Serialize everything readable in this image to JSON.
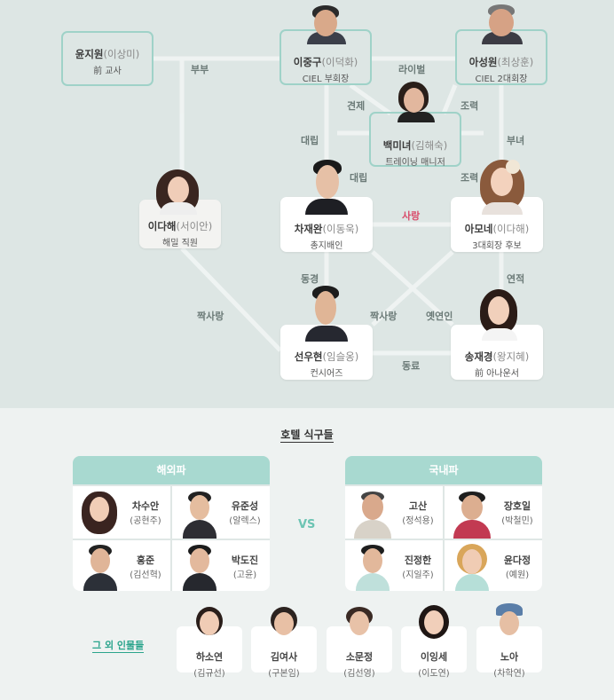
{
  "map": {
    "nodes": {
      "yoonjiwon": {
        "name": "윤지원",
        "actor": "(이상미)",
        "role": "前 교사"
      },
      "leejunggu": {
        "name": "이중구",
        "actor": "(이덕화)",
        "role": "CIEL 부회장"
      },
      "ahsungwon": {
        "name": "아성원",
        "actor": "(최상훈)",
        "role": "CIEL 2대회장"
      },
      "baekmiryeo": {
        "name": "백미녀",
        "actor": "(김해숙)",
        "role": "트레이닝 매니저"
      },
      "leedahye": {
        "name": "이다해",
        "actor": "(서이안)",
        "role": "해밀 직원"
      },
      "chajaewan": {
        "name": "차재완",
        "actor": "(이동욱)",
        "role": "총지배인"
      },
      "ahmone": {
        "name": "아모네",
        "actor": "(이다해)",
        "role": "3대회장 후보"
      },
      "seonwoohyun": {
        "name": "선우현",
        "actor": "(임슬옹)",
        "role": "컨시어즈"
      },
      "songjaekyung": {
        "name": "송재경",
        "actor": "(왕지혜)",
        "role": "前 아나운서"
      }
    },
    "relations": {
      "bubu": "부부",
      "rival": "라이벌",
      "gyeonje": "견제",
      "joryeok1": "조력",
      "daerip1": "대립",
      "bunyeo": "부녀",
      "daerip2": "대립",
      "joryeok2": "조력",
      "sarang": "사랑",
      "jjaksarang1": "짝사랑",
      "donggyeong": "동경",
      "yeonjeok": "연적",
      "jjaksarang2": "짝사랑",
      "yetyeonin": "옛연인",
      "dongryo": "동료"
    }
  },
  "section_title": "호텔 식구들",
  "overseas": {
    "title": "해외파",
    "members": [
      {
        "name": "차수안",
        "actor": "(공현주)"
      },
      {
        "name": "유준성",
        "actor": "(알렉스)"
      },
      {
        "name": "홍준",
        "actor": "(김선혁)"
      },
      {
        "name": "박도진",
        "actor": "(고윤)"
      }
    ]
  },
  "vs": "VS",
  "domestic": {
    "title": "국내파",
    "members": [
      {
        "name": "고산",
        "actor": "(정석용)"
      },
      {
        "name": "장호일",
        "actor": "(박철민)"
      },
      {
        "name": "진정한",
        "actor": "(지일주)"
      },
      {
        "name": "윤다정",
        "actor": "(예원)"
      }
    ]
  },
  "others": {
    "label": "그 외 인물들",
    "members": [
      {
        "name": "하소연",
        "actor": "(김규선)"
      },
      {
        "name": "김여사",
        "actor": "(구본임)"
      },
      {
        "name": "소문정",
        "actor": "(김선영)"
      },
      {
        "name": "이잉세",
        "actor": "(이도연)"
      },
      {
        "name": "노아",
        "actor": "(차학연)"
      }
    ]
  },
  "colors": {
    "teal_light": "#9fd2c8",
    "teal_header": "#a8d9d0",
    "love": "#d94b6a",
    "bg_top": "#dde6e4",
    "bg_bottom": "#eef2f1"
  }
}
